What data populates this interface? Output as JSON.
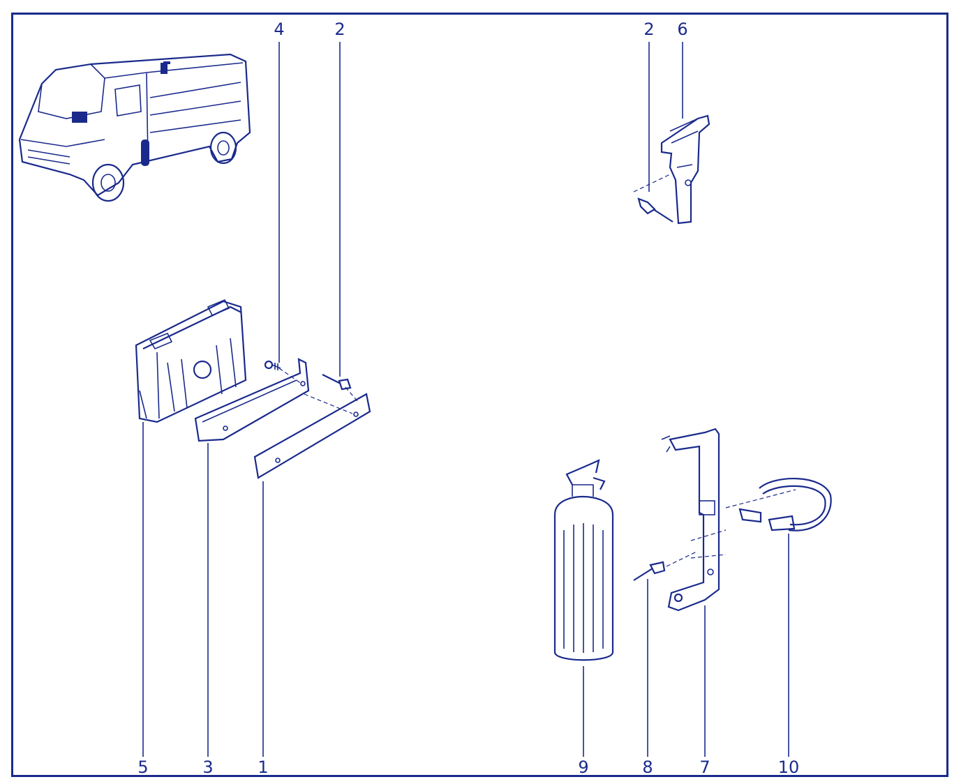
{
  "diagram": {
    "line_color": "#1a2a8c",
    "callouts": {
      "top_left_4": "4",
      "top_left_2": "2",
      "top_right_2": "2",
      "top_right_6": "6",
      "bottom_5": "5",
      "bottom_3": "3",
      "bottom_1": "1",
      "bottom_9": "9",
      "bottom_8": "8",
      "bottom_7": "7",
      "bottom_10": "10"
    },
    "icons": [
      "van-illustration",
      "first-aid-case-icon",
      "bracket-icon",
      "plate-icon",
      "rivet-icon",
      "screw-icon",
      "hammer-icon",
      "fire-extinguisher-icon",
      "extinguisher-bracket-icon",
      "strap-icon"
    ]
  }
}
